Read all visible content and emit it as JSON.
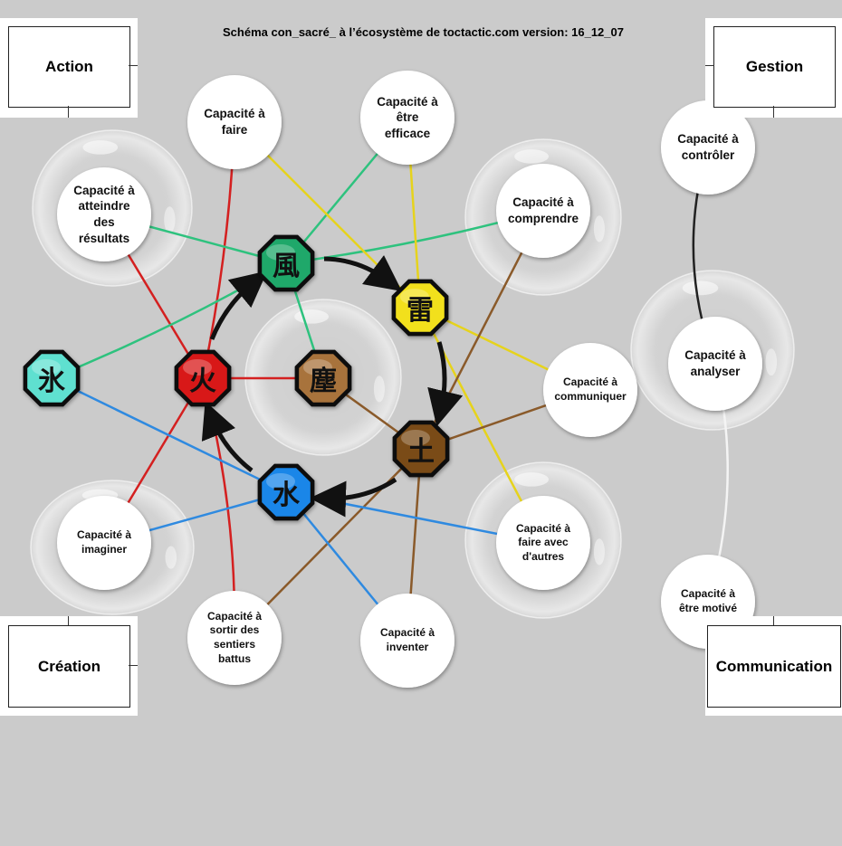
{
  "title": "Schéma  con_sacré_ à l’écosystème de toctactic.com version: 16_12_07",
  "corners": [
    {
      "id": "action",
      "label": "Action"
    },
    {
      "id": "gestion",
      "label": "Gestion"
    },
    {
      "id": "creation",
      "label": "Création"
    },
    {
      "id": "communication",
      "label": "Communication"
    }
  ],
  "capacities": [
    {
      "id": "faire",
      "label": "Capacité à\nfaire"
    },
    {
      "id": "efficace",
      "label": "Capacité à\nêtre\nefficace"
    },
    {
      "id": "resultats",
      "label": "Capacité à\natteindre\ndes\nrésultats"
    },
    {
      "id": "comprendre",
      "label": "Capacité à\ncomprendre"
    },
    {
      "id": "controler",
      "label": "Capacité à\ncontrôler"
    },
    {
      "id": "analyser",
      "label": "Capacité à\nanalyser"
    },
    {
      "id": "communiquer",
      "label": "Capacité à\ncommuniquer"
    },
    {
      "id": "imaginer",
      "label": "Capacité à\nimaginer"
    },
    {
      "id": "faire-avec",
      "label": "Capacité à\nfaire avec\nd'autres"
    },
    {
      "id": "sortir",
      "label": "Capacité à\nsortir des\nsentiers\nbattus"
    },
    {
      "id": "inventer",
      "label": "Capacité à\ninventer"
    },
    {
      "id": "motive",
      "label": "Capacité à\nêtre motivé"
    }
  ],
  "elements": [
    {
      "id": "wind",
      "glyph": "風",
      "color": "#1fa86a"
    },
    {
      "id": "thunder",
      "glyph": "雷",
      "color": "#f2e01c"
    },
    {
      "id": "earth",
      "glyph": "土",
      "color": "#7a4b17"
    },
    {
      "id": "water",
      "glyph": "水",
      "color": "#1a86e8"
    },
    {
      "id": "fire",
      "glyph": "火",
      "color": "#d81818"
    },
    {
      "id": "dust",
      "glyph": "塵",
      "color": "#a8733c"
    },
    {
      "id": "ice",
      "glyph": "氷",
      "color": "#5fe0d0"
    }
  ],
  "line_colors": {
    "green": "#2ec27e",
    "yellow": "#e6d31c",
    "red": "#d42020",
    "blue": "#2f8ae0",
    "brown": "#8a5a2a",
    "black": "#222222",
    "white": "#f4f4f4"
  }
}
